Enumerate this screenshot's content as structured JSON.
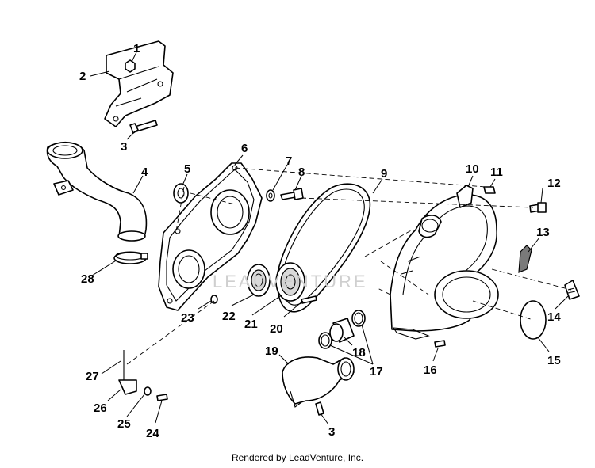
{
  "callouts": [
    "1",
    "2",
    "3",
    "4",
    "5",
    "6",
    "7",
    "8",
    "9",
    "10",
    "11",
    "12",
    "13",
    "14",
    "15",
    "16",
    "17",
    "18",
    "19",
    "20",
    "21",
    "22",
    "23",
    "24",
    "25",
    "26",
    "27",
    "28",
    "3"
  ],
  "watermark_text": "LEADVENTURE",
  "footer": "Rendered by LeadVenture, Inc."
}
